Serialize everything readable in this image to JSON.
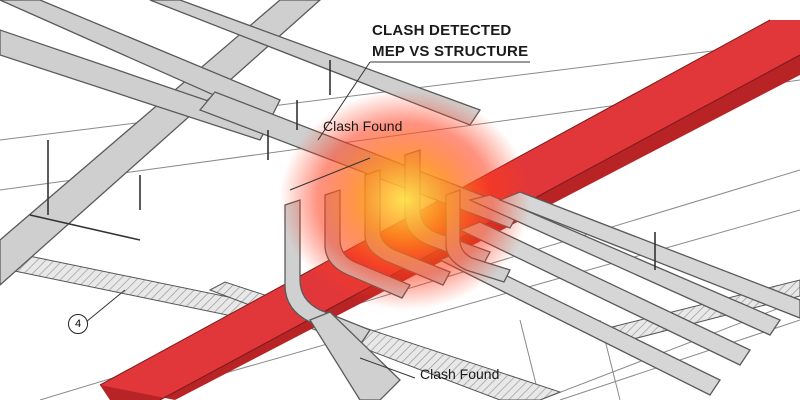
{
  "annotation": {
    "title_line1": "CLASH DETECTED",
    "title_line2": "MEP VS STRUCTURE",
    "clash_label_top": "Clash Found",
    "clash_label_bottom": "Clash Found",
    "callout_number": "4"
  },
  "colors": {
    "beam": "#e2373a",
    "beam_dark": "#b82326",
    "pipe": "#cfcfcf",
    "pipe_outline": "#5a5a5a",
    "clash_glow": "#ff7a1a",
    "line": "#444444"
  }
}
